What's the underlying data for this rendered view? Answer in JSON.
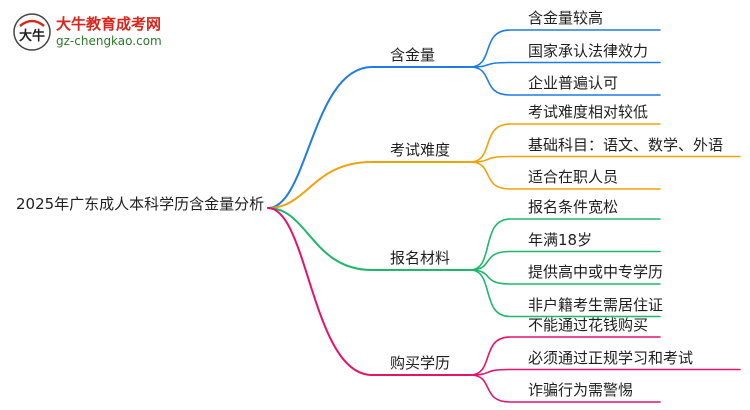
{
  "logo": {
    "name": "大牛教育成考网",
    "url": "gz-chengkao.com",
    "mark_text": "大牛"
  },
  "mindmap": {
    "root": "2025年广东成人本科学历含金量分析",
    "branches": [
      {
        "label": "含金量",
        "color": "#1f7ce6",
        "children": [
          "含金量较高",
          "国家承认法律效力",
          "企业普遍认可"
        ]
      },
      {
        "label": "考试难度",
        "color": "#f0a20a",
        "children": [
          "考试难度相对较低",
          "基础科目：语文、数学、外语",
          "适合在职人员"
        ]
      },
      {
        "label": "报名材料",
        "color": "#1fb86a",
        "children": [
          "报名条件宽松",
          "年满18岁",
          "提供高中或中专学历",
          "非户籍考生需居住证"
        ]
      },
      {
        "label": "购买学历",
        "color": "#e4136d",
        "children": [
          "不能通过花钱购买",
          "必须通过正规学习和考试",
          "诈骗行为需警惕"
        ]
      }
    ]
  }
}
